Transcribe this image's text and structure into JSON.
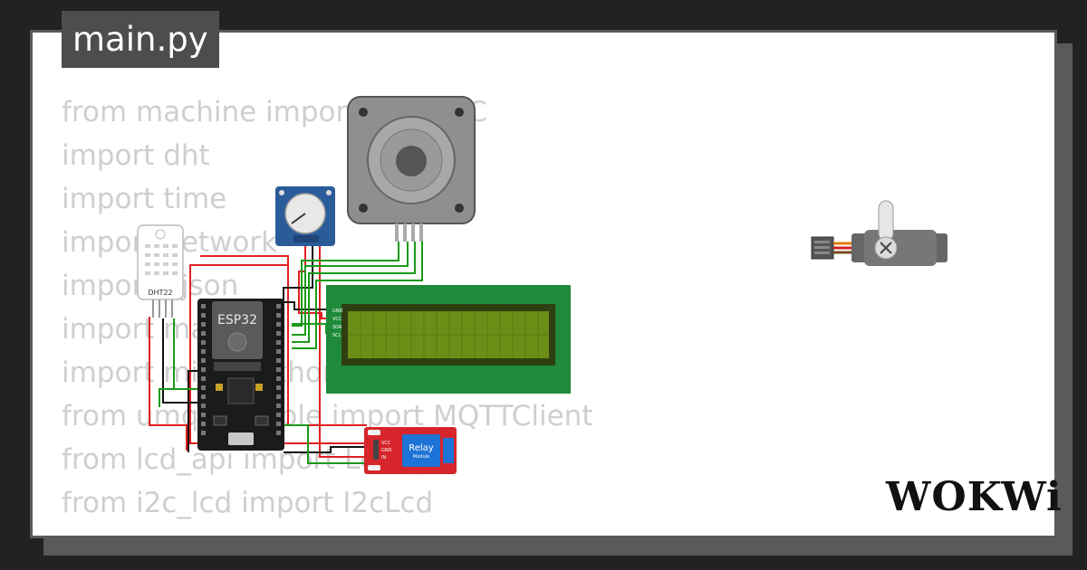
{
  "file_tab": {
    "label": "main.py"
  },
  "code_lines": [
    "from machine import Pin, ADC",
    "import dht",
    "import time",
    "import network",
    "import ujson",
    "import math",
    "import micropython",
    "from umqtt.simple import MQTTClient",
    "from lcd_api import LcdApi",
    "from i2c_lcd import I2cLcd"
  ],
  "components": {
    "dht": {
      "label": "DHT22"
    },
    "esp32": {
      "label": "ESP32"
    },
    "relay": {
      "label": "Relay",
      "sub": "Module",
      "pins": [
        "VCC",
        "GND",
        "IN"
      ]
    },
    "lcd": {
      "pins": [
        "GND",
        "VCC",
        "SDA",
        "SCL"
      ]
    }
  },
  "brand": {
    "name": "WOKWi"
  },
  "colors": {
    "wire_red": "#e02020",
    "wire_green": "#1a9a1a",
    "wire_black": "#111111",
    "lcd_board": "#1f8a3a",
    "lcd_screen": "#6b8e16",
    "esp_board": "#1b1b1b",
    "relay_board": "#d6252b",
    "pot_board": "#2b5c9a"
  }
}
